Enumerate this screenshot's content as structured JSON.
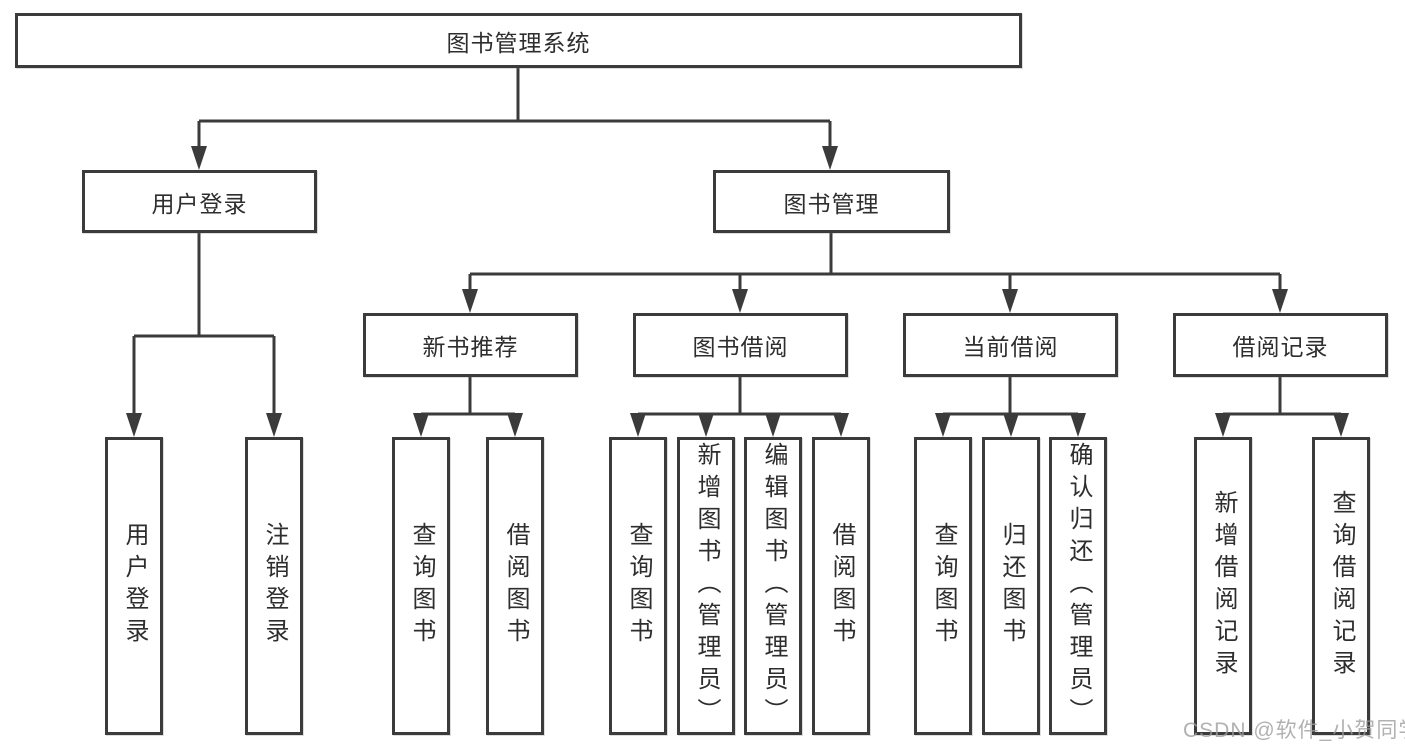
{
  "colors": {
    "line": "#3b3b3b",
    "box_border": "#3b3b3b",
    "text": "#2e2e2e",
    "background": "#ffffff",
    "watermark": "#9e9e9e"
  },
  "watermark": {
    "text": "CSDN @软件_小贺同学"
  },
  "diagram": {
    "root": {
      "label": "图书管理系统",
      "children": [
        {
          "label": "用户登录",
          "children": [
            {
              "label": "用户登录"
            },
            {
              "label": "注销登录"
            }
          ]
        },
        {
          "label": "图书管理",
          "children": [
            {
              "label": "新书推荐",
              "children": [
                {
                  "label": "查询图书"
                },
                {
                  "label": "借阅图书"
                }
              ]
            },
            {
              "label": "图书借阅",
              "children": [
                {
                  "label": "查询图书"
                },
                {
                  "label": "新增图书（管理员）"
                },
                {
                  "label": "编辑图书（管理员）"
                },
                {
                  "label": "借阅图书"
                }
              ]
            },
            {
              "label": "当前借阅",
              "children": [
                {
                  "label": "查询图书"
                },
                {
                  "label": "归还图书"
                },
                {
                  "label": "确认归还（管理员）"
                }
              ]
            },
            {
              "label": "借阅记录",
              "children": [
                {
                  "label": "新增借阅记录"
                },
                {
                  "label": "查询借阅记录"
                }
              ]
            }
          ]
        }
      ]
    }
  }
}
